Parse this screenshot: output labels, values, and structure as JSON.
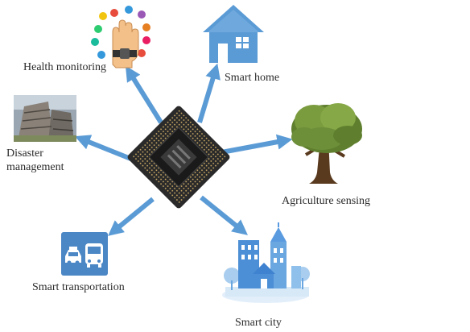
{
  "center": {
    "icon": "microchip-icon"
  },
  "nodes": {
    "health": {
      "label": "Health monitoring",
      "icon": "smartwatch-hand-icon"
    },
    "home": {
      "label": "Smart home",
      "icon": "house-icon"
    },
    "agriculture": {
      "label": "Agriculture sensing",
      "icon": "tree-icon"
    },
    "disaster": {
      "label_line1": "Disaster",
      "label_line2": "management",
      "icon": "collapsed-building-photo"
    },
    "transport": {
      "label": "Smart transportation",
      "icon": "car-bus-icon"
    },
    "city": {
      "label": "Smart city",
      "icon": "city-buildings-icon"
    }
  },
  "colors": {
    "arrow": "#5b9bd5",
    "house": "#5b9bd5",
    "transport_tile": "#4b86c5",
    "city": "#6aa7e0",
    "tree_leaf": "#6e8f3a",
    "tree_trunk": "#5a3a1e",
    "chip": "#1e1e1e",
    "chip_pins": "#d8b46a"
  }
}
